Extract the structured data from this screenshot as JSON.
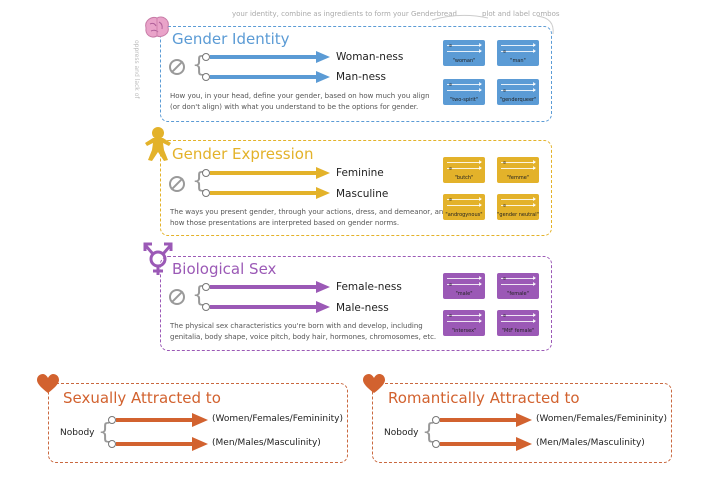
{
  "notes": {
    "top": "your identity, combine as ingredients to form your Genderbread",
    "right": "plot and label combos",
    "vertical": "oppress and lack of"
  },
  "identity": {
    "title": "Gender Identity",
    "arrow1": "Woman-ness",
    "arrow2": "Man-ness",
    "description": "How you, in your head, define your gender, based on how much you align (or don't align) with what you understand to be the options for gender.",
    "combos": [
      "\"woman\"",
      "\"man\"",
      "\"two-spirit\"",
      "\"genderqueer\""
    ]
  },
  "expression": {
    "title": "Gender Expression",
    "arrow1": "Feminine",
    "arrow2": "Masculine",
    "description": "The ways you present gender, through your actions, dress, and demeanor, and how those presentations are interpreted based on gender norms.",
    "combos": [
      "\"butch\"",
      "\"femme\"",
      "\"androgynous\"",
      "\"gender neutral\""
    ]
  },
  "sex": {
    "title": "Biological Sex",
    "arrow1": "Female-ness",
    "arrow2": "Male-ness",
    "description": "The physical sex characteristics you're born with and develop, including genitalia, body shape, voice pitch, body hair, hormones, chromosomes, etc.",
    "combos": [
      "\"male\"",
      "\"female\"",
      "\"intersex\"",
      "\"MtF female\""
    ]
  },
  "sexual": {
    "title": "Sexually Attracted to",
    "nobody": "Nobody",
    "arrow1": "(Women/Females/Femininity)",
    "arrow2": "(Men/Males/Masculinity)"
  },
  "romantic": {
    "title": "Romantically Attracted to",
    "nobody": "Nobody",
    "arrow1": "(Women/Females/Femininity)",
    "arrow2": "(Men/Males/Masculinity)"
  },
  "colors": {
    "identity": "#5b9bd5",
    "expression": "#e3b22a",
    "sex": "#9b59b6",
    "orientation": "#d2622f"
  },
  "icons": {
    "identity": "brain-icon",
    "expression": "gingerbread-person-icon",
    "sex": "transgender-symbol-icon",
    "sexual": "heart-icon",
    "romantic": "heart-icon"
  }
}
